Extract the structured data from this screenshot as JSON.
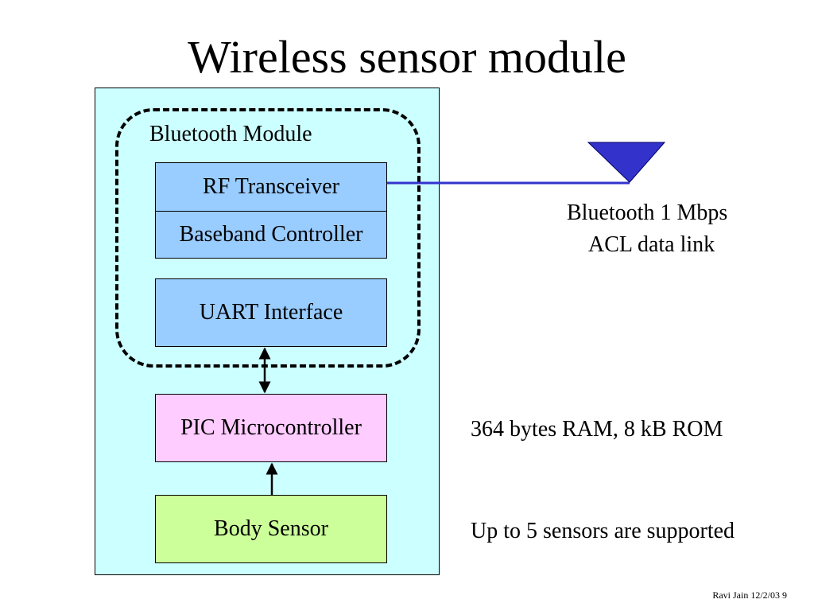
{
  "title": "Wireless sensor module",
  "bluetooth_module": {
    "label": "Bluetooth Module",
    "rf_transceiver": "RF Transceiver",
    "baseband_controller": "Baseband Controller",
    "uart_interface": "UART Interface"
  },
  "pic_microcontroller": "PIC Microcontroller",
  "body_sensor": "Body Sensor",
  "link_label": {
    "line1": "Bluetooth 1 Mbps",
    "line2": "ACL data link"
  },
  "memory_note": "364 bytes RAM, 8 kB ROM",
  "sensor_note": "Up to 5 sensors are supported",
  "footer": "Ravi Jain 12/2/03 9",
  "colors": {
    "module_bg": "#ccffff",
    "bluetooth_blocks": "#99ccff",
    "pic": "#ffccff",
    "sensor": "#ccff99",
    "antenna": "#3333cc",
    "link_line": "#3333cc"
  }
}
